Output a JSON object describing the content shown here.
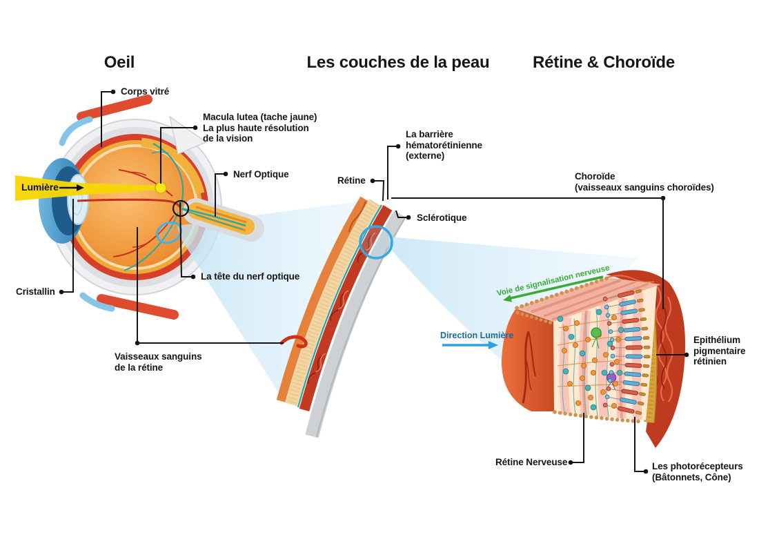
{
  "titles": {
    "eye": "Oeil",
    "middle": "Les couches de la peau",
    "right": "Rétine & Choroïde"
  },
  "labels": {
    "corps_vitre": "Corps vitré",
    "macula": "Macula lutea (tache jaune)\nLa plus haute résolution\nde la vision",
    "nerf_optique": "Nerf Optique",
    "lumiere": "Lumière",
    "cristallin": "Cristallin",
    "tete_nerf": "La tête du nerf optique",
    "vaisseaux": "Vaisseaux sanguins\nde la rétine",
    "retine": "Rétine",
    "barriere": "La barrière\nhématorétinienne\n(externe)",
    "sclerotique": "Sclérotique",
    "choroide": "Choroïde\n(vaisseaux sanguins choroïdes)",
    "epithelium": "Epithélium\npigmentaire\nrétinien",
    "retine_nerveuse": "Rétine Nerveuse",
    "photorecepteurs": "Les photorécepteurs\n(Bâtonnets, Cône)",
    "voie_signalisation": "Voie de signalisation nerveuse",
    "direction_lumiere": "Direction Lumière"
  },
  "colors": {
    "signal_green": "#3aaa35",
    "light_arrow_blue": "#2da0e4",
    "direction_text_blue": "#1a6aa0",
    "beam_yellow": "#f6d608",
    "highlight_blue": "#36a9e1",
    "leader_black": "#141414",
    "choroid_red": "#c23a22",
    "sclera_gray": "#cdd1d4"
  }
}
